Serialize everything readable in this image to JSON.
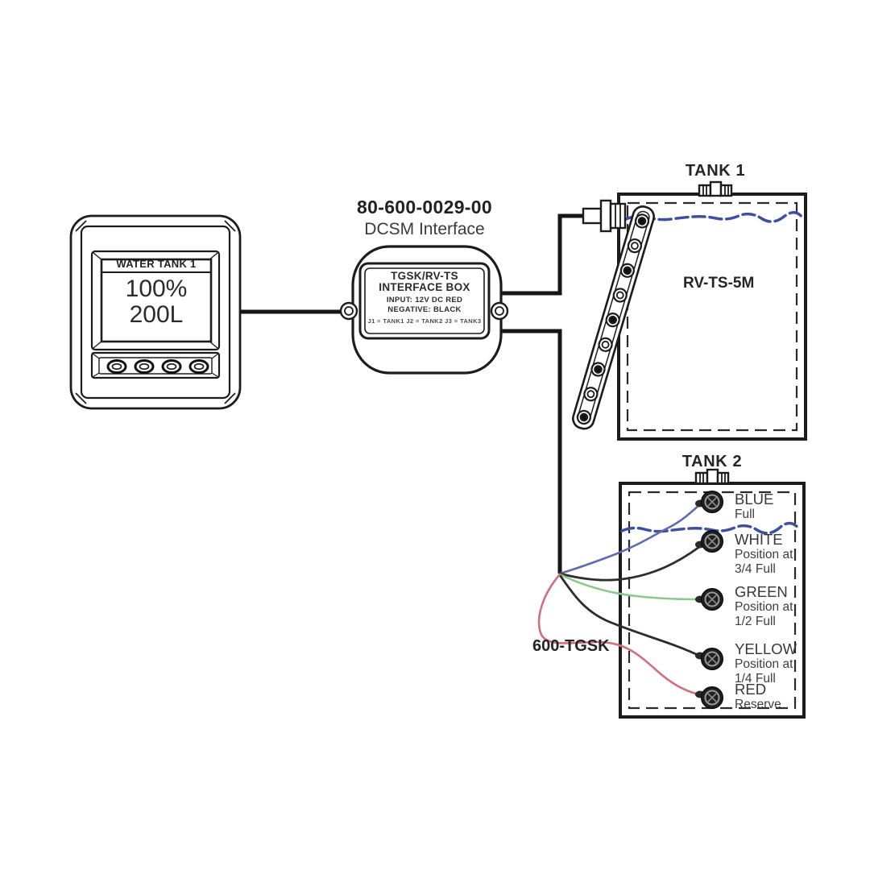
{
  "display": {
    "screen_header": "WATER TANK 1",
    "percent": "100%",
    "volume": "200L"
  },
  "interface_box": {
    "part_number": "80-600-0029-00",
    "product_name": "DCSM Interface",
    "plate": {
      "line1": "TGSK/RV-TS",
      "line2": "INTERFACE BOX",
      "line3": "INPUT: 12V DC RED",
      "line4": "NEGATIVE: BLACK",
      "line5": "J1 = TANK1   J2 = TANK2   J3 = TANK3"
    }
  },
  "tank1": {
    "title": "TANK 1",
    "sensor_label": "RV-TS-5M"
  },
  "tank2": {
    "title": "TANK 2",
    "harness_label": "600-TGSK",
    "sensors": [
      {
        "name": "BLUE",
        "desc1": "Full",
        "desc2": "",
        "wire_color": "#5f6ab0"
      },
      {
        "name": "WHITE",
        "desc1": "Position at",
        "desc2": "3/4 Full",
        "wire_color": "#2d2d2d"
      },
      {
        "name": "GREEN",
        "desc1": "Position at",
        "desc2": "1/2 Full",
        "wire_color": "#8cc88c"
      },
      {
        "name": "YELLOW",
        "desc1": "Position at",
        "desc2": "1/4 Full",
        "wire_color": "#2d2d2d"
      },
      {
        "name": "RED",
        "desc1": "Reserve",
        "desc2": "",
        "wire_color": "#d06f7e"
      }
    ]
  },
  "colors": {
    "line_art": "#1c1c1c",
    "water_line": "#3e4f9f",
    "text": "#2f2f2f"
  }
}
